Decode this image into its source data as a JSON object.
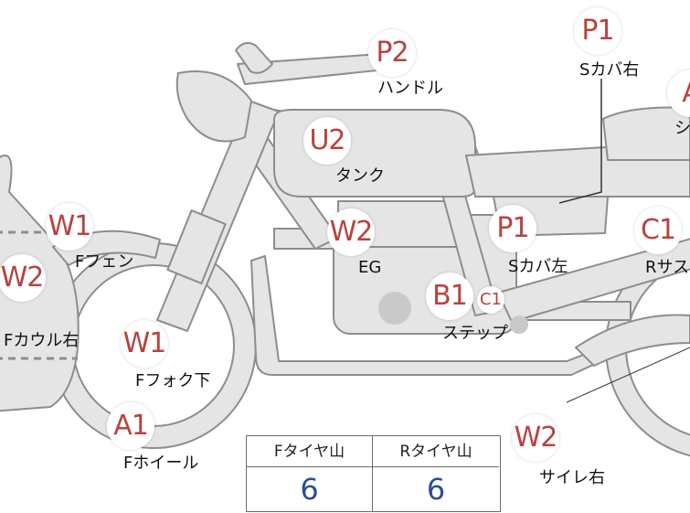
{
  "parts": [
    {
      "id": "P2",
      "code": "P2",
      "label": "ハンドル"
    },
    {
      "id": "P1-right",
      "code": "P1",
      "label": "Sカバ右"
    },
    {
      "id": "A-seat",
      "code": "A",
      "label": "シ"
    },
    {
      "id": "U2",
      "code": "U2",
      "label": "タンク"
    },
    {
      "id": "W1-fender",
      "code": "W1",
      "label": "Fフェン"
    },
    {
      "id": "W2-engine",
      "code": "W2",
      "label": "EG"
    },
    {
      "id": "P1-left",
      "code": "P1",
      "label": "Sカバ左"
    },
    {
      "id": "C1-rsus",
      "code": "C1",
      "label": "Rサス"
    },
    {
      "id": "W2-cowl",
      "code": "W2",
      "label": "Fカウル右"
    },
    {
      "id": "B1-step",
      "code": "B1",
      "label": "ステップ"
    },
    {
      "id": "C1-step",
      "code": "C1",
      "label": ""
    },
    {
      "id": "W1-fork",
      "code": "W1",
      "label": "Fフォク下"
    },
    {
      "id": "A1-wheel",
      "code": "A1",
      "label": "Fホイール"
    },
    {
      "id": "W2-side",
      "code": "W2",
      "label": "サイレ右"
    }
  ],
  "tyre_table": {
    "front_header": "Fタイヤ山",
    "rear_header": "Rタイヤ山",
    "front_value": "6",
    "rear_value": "6"
  },
  "colors": {
    "badge_text": "#b8433f",
    "bike_fill": "#e4e5e4",
    "bike_stroke": "#8d8d8d",
    "value_text": "#2c4e92"
  }
}
